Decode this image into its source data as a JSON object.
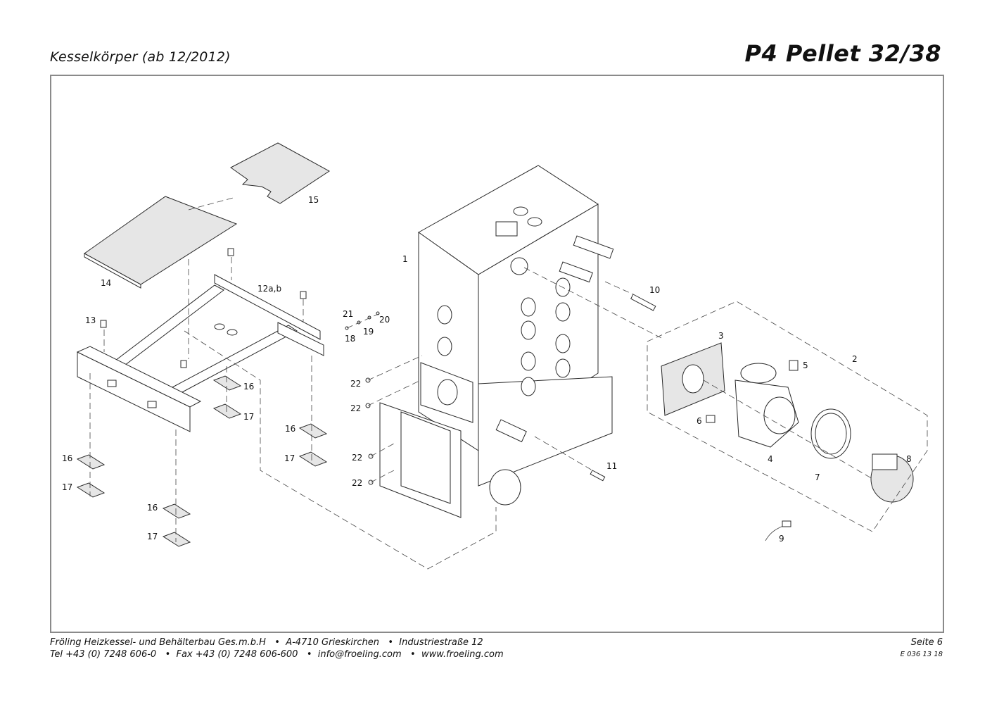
{
  "header": {
    "subtitle": "Kesselkörper (ab 12/2012)",
    "title": "P4 Pellet 32/38"
  },
  "callouts": [
    {
      "id": "c1",
      "text": "1"
    },
    {
      "id": "c2",
      "text": "2"
    },
    {
      "id": "c3",
      "text": "3"
    },
    {
      "id": "c4",
      "text": "4"
    },
    {
      "id": "c5",
      "text": "5"
    },
    {
      "id": "c6",
      "text": "6"
    },
    {
      "id": "c7",
      "text": "7"
    },
    {
      "id": "c8",
      "text": "8"
    },
    {
      "id": "c9",
      "text": "9"
    },
    {
      "id": "c10",
      "text": "10"
    },
    {
      "id": "c11",
      "text": "11"
    },
    {
      "id": "c12",
      "text": "12a,b"
    },
    {
      "id": "c13",
      "text": "13"
    },
    {
      "id": "c14",
      "text": "14"
    },
    {
      "id": "c15",
      "text": "15"
    },
    {
      "id": "c16a",
      "text": "16"
    },
    {
      "id": "c16b",
      "text": "16"
    },
    {
      "id": "c16c",
      "text": "16"
    },
    {
      "id": "c16d",
      "text": "16"
    },
    {
      "id": "c17a",
      "text": "17"
    },
    {
      "id": "c17b",
      "text": "17"
    },
    {
      "id": "c17c",
      "text": "17"
    },
    {
      "id": "c17d",
      "text": "17"
    },
    {
      "id": "c18",
      "text": "18"
    },
    {
      "id": "c19",
      "text": "19"
    },
    {
      "id": "c20",
      "text": "20"
    },
    {
      "id": "c21",
      "text": "21"
    },
    {
      "id": "c22a",
      "text": "22"
    },
    {
      "id": "c22b",
      "text": "22"
    },
    {
      "id": "c22c",
      "text": "22"
    },
    {
      "id": "c22d",
      "text": "22"
    }
  ],
  "footer": {
    "line1": "Fröling Heizkessel- und Behälterbau Ges.m.b.H   •  A-4710 Grieskirchen   •  Industriestraße 12",
    "line2": "Tel +43 (0) 7248 606-0   •  Fax +43 (0) 7248 606-600   •  info@froeling.com   •  www.froeling.com",
    "page": "Seite 6",
    "doc_number": "E 036 13 18"
  }
}
